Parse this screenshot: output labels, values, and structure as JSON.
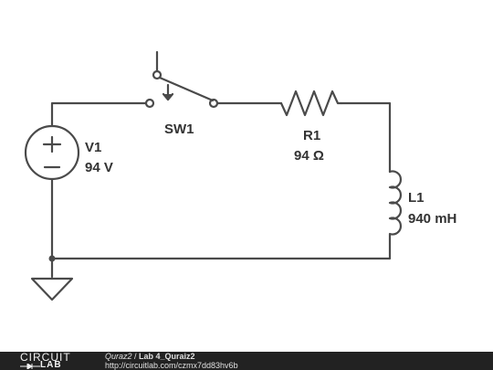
{
  "components": {
    "voltage_source": {
      "name": "V1",
      "value": "94 V"
    },
    "switch": {
      "name": "SW1"
    },
    "resistor": {
      "name": "R1",
      "value": "94 Ω"
    },
    "inductor": {
      "name": "L1",
      "value": "940 mH"
    }
  },
  "footer": {
    "logo_top": "CIRCUIT",
    "logo_bottom": "LAB",
    "author": "Quraz2",
    "separator": " / ",
    "title": "Lab 4_Quraiz2",
    "url": "http://circuitlab.com/czmx7dd83hv6b"
  },
  "colors": {
    "wire": "#4a4a4a",
    "text": "#333333",
    "footer_bg": "#222222"
  }
}
